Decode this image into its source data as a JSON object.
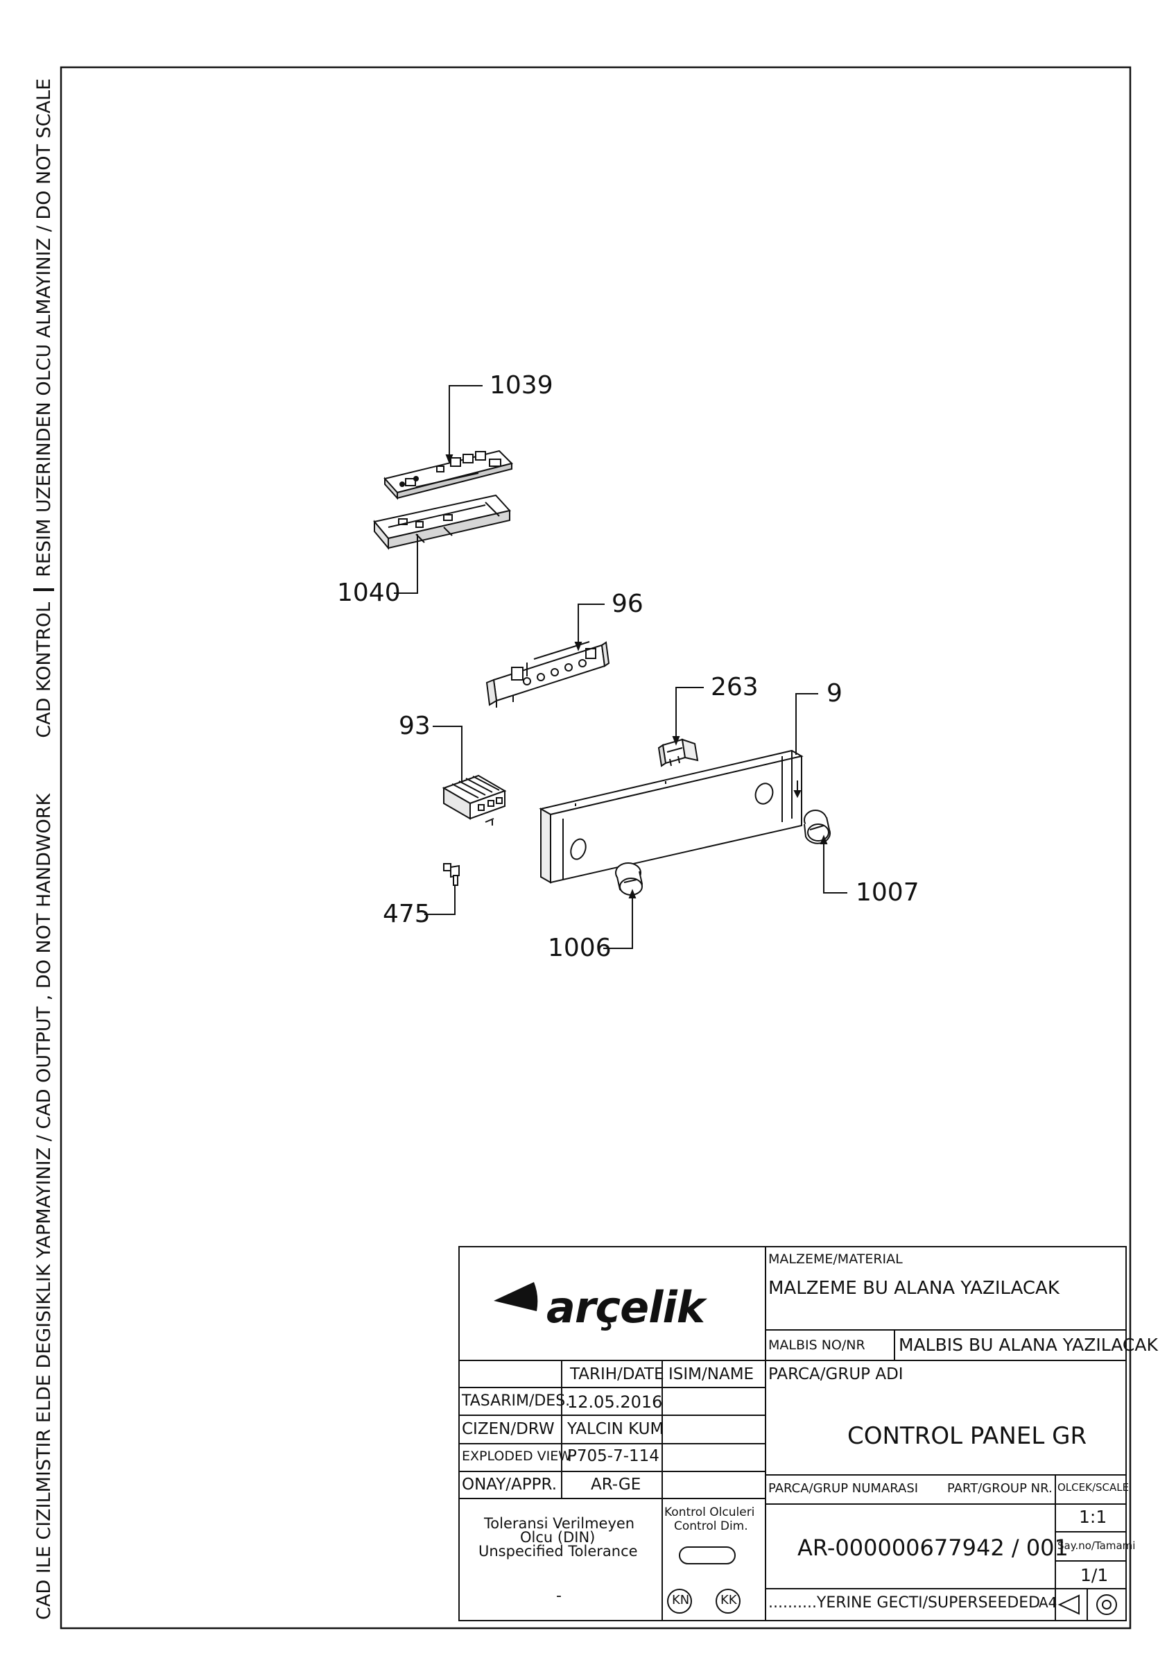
{
  "margin_notice": {
    "line1": "CAD ILE CIZILMISTIR ELDE DEGISIKLIK YAPMAYINIZ / CAD OUTPUT , DO NOT HANDWORK",
    "line2": "CAD KONTROL",
    "line3": "RESIM UZERINDEN OLCU ALMAYINIZ / DO NOT SCALE"
  },
  "callouts": {
    "c1039": "1039",
    "c1040": "1040",
    "c96": "96",
    "c263": "263",
    "c9": "9",
    "c93": "93",
    "c475": "475",
    "c1006": "1006",
    "c1007": "1007"
  },
  "title_block": {
    "logo_text": "arçelik",
    "material_label": "MALZEME/MATERIAL",
    "material_value": "MALZEME BU ALANA YAZILACAK",
    "malbis_label": "MALBIS NO/NR",
    "malbis_value": "MALBIS BU ALANA YAZILACAK",
    "col_date": "TARIH/DATE",
    "col_name": "ISIM/NAME",
    "row_design": "TASARIM/DES.",
    "row_design_date": "12.05.2016",
    "row_drawn": "CIZEN/DRW",
    "row_drawn_value": "YALCIN KUM",
    "row_exploded": "EXPLODED VIEW",
    "row_exploded_value": "P705-7-114",
    "row_approve": "ONAY/APPR.",
    "row_approve_value": "AR-GE",
    "part_name_label": "PARCA/GRUP ADI",
    "part_name_value": "CONTROL PANEL GR",
    "part_number_label_tr": "PARCA/GRUP NUMARASI",
    "part_number_label_en": "PART/GROUP NR.",
    "part_number_value": "AR-000000677942 / 001",
    "scale_label": "OLCEK/SCALE",
    "scale_value": "1:1",
    "sheet_label": "Say.no/Tamami",
    "sheet_value": "1/1",
    "tolerance_line1": "Toleransi Verilmeyen",
    "tolerance_line2": "Olcu (DIN)",
    "tolerance_line3": "Unspecified Tolerance",
    "tolerance_value": "-",
    "control_dim_line1": "Kontrol Olculeri",
    "control_dim_line2": "Control Dim.",
    "kn": "KN",
    "kk": "KK",
    "superseded": "..........YERINE GECTI/SUPERSEEDED",
    "paper_size": "A4"
  }
}
